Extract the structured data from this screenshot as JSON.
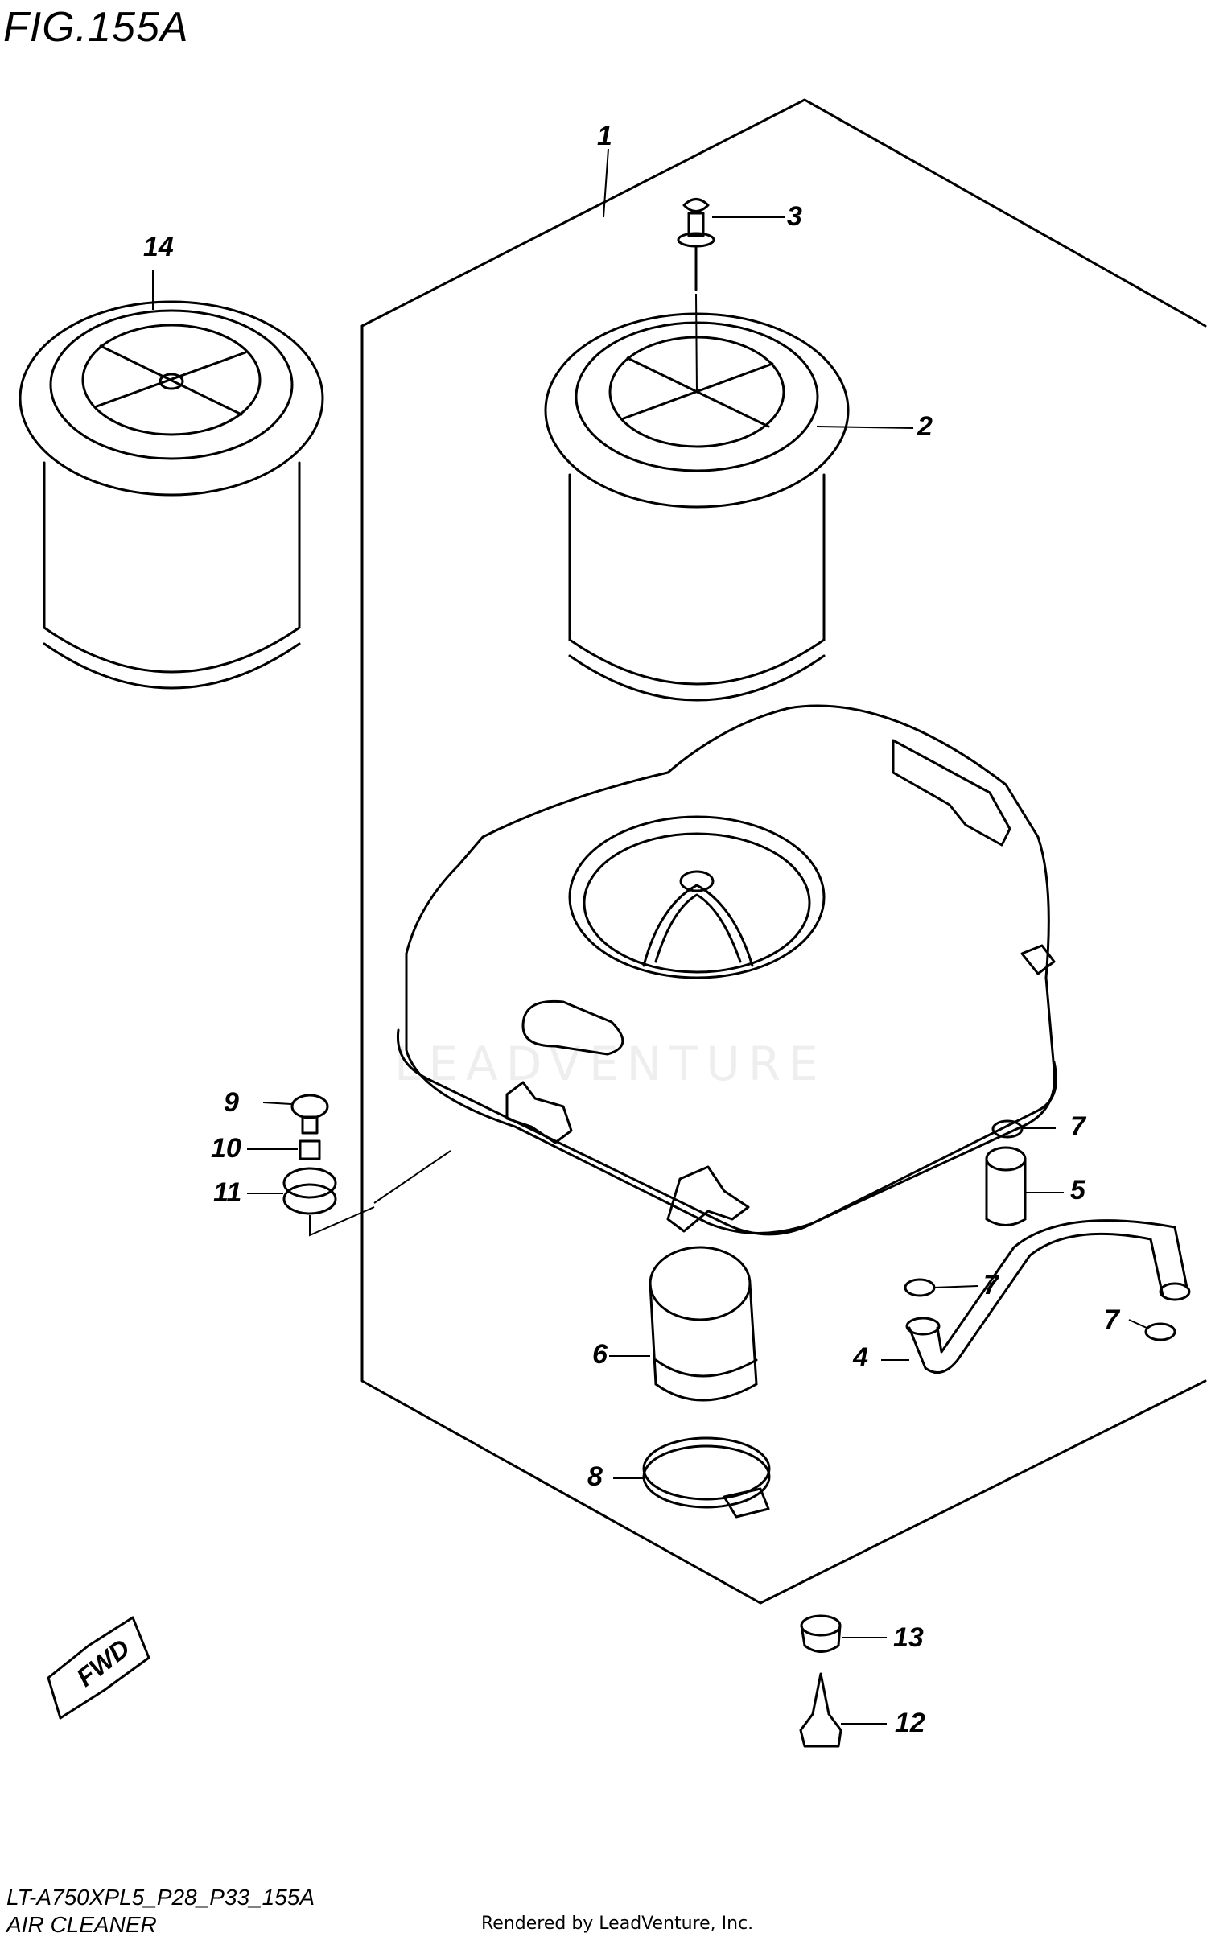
{
  "figure": {
    "title": "FIG.155A"
  },
  "callouts": [
    "1",
    "2",
    "3",
    "4",
    "5",
    "6",
    "7",
    "7",
    "7",
    "8",
    "9",
    "10",
    "11",
    "12",
    "13",
    "14"
  ],
  "footer": {
    "model_code": "LT-A750XPL5_P28_P33_155A",
    "section_name": "AIR CLEANER",
    "rendered_by": "Rendered by LeadVenture, Inc."
  },
  "watermark": "LEADVENTURE",
  "direction_arrow": "FWD"
}
